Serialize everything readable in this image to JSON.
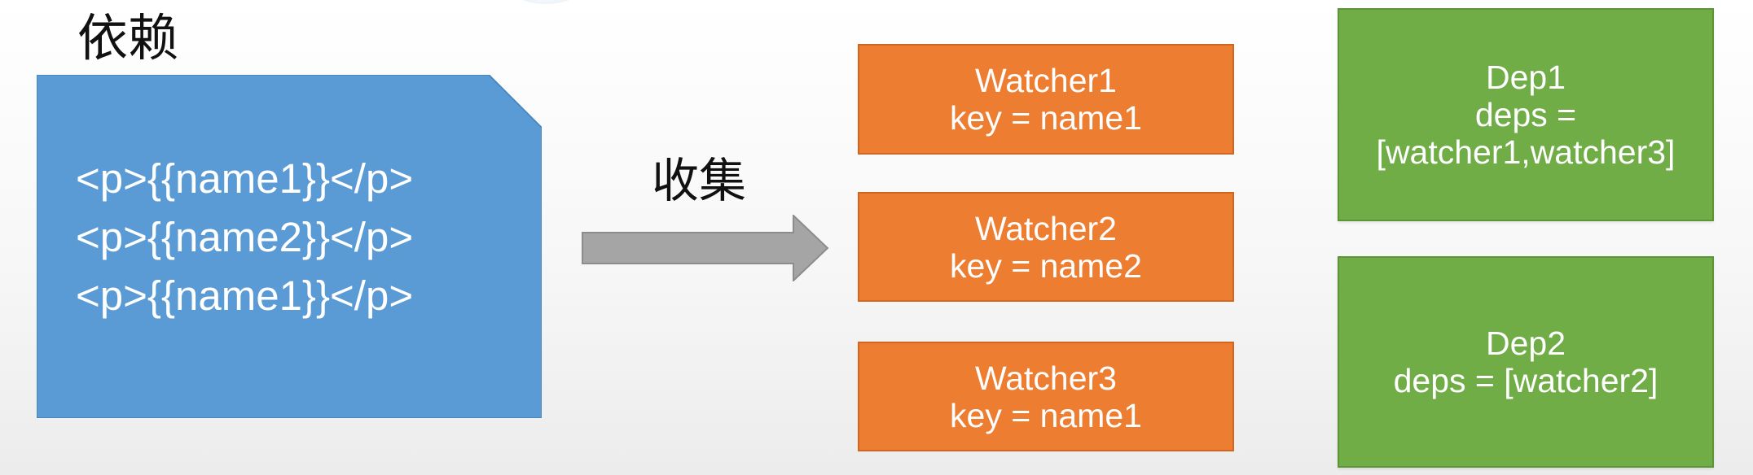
{
  "title": "依赖",
  "code_lines": [
    "<p>{{name1}}</p>",
    "<p>{{name2}}</p>",
    "<p>{{name1}}</p>"
  ],
  "arrow_label": "收集",
  "watchers": [
    {
      "name": "Watcher1",
      "key": "key = name1"
    },
    {
      "name": "Watcher2",
      "key": "key = name2"
    },
    {
      "name": "Watcher3",
      "key": "key = name1"
    }
  ],
  "deps": [
    {
      "name": "Dep1",
      "line2": "deps =",
      "line3": "[watcher1,watcher3]"
    },
    {
      "name": "Dep2",
      "line2": "deps = [watcher2]"
    }
  ],
  "colors": {
    "code_card": "#5b9bd5",
    "watcher": "#ed7d31",
    "dep": "#70ad47",
    "arrow": "#a5a5a5"
  }
}
